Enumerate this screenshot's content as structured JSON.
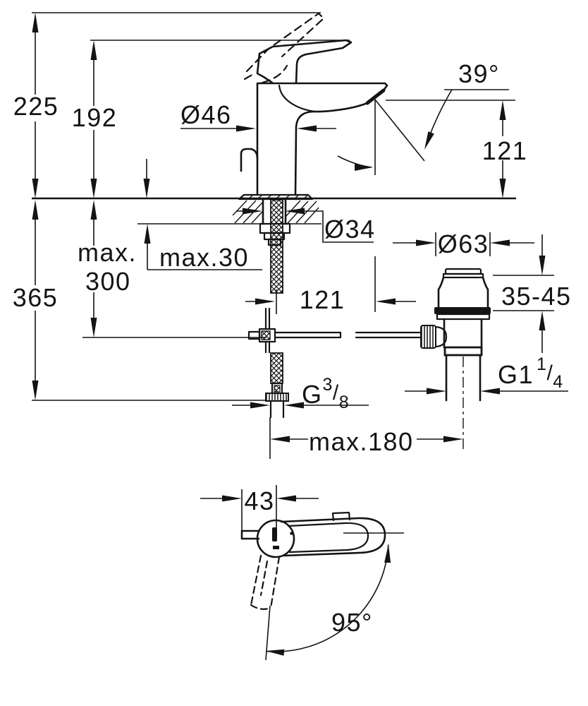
{
  "drawing": {
    "type": "faucet-installation-dimension-drawing",
    "units": "mm",
    "colors": {
      "ink": "#141414",
      "background": "#ffffff"
    },
    "dimensions": {
      "total_height": "225",
      "height_to_lever": "192",
      "spout_angle": "39°",
      "body_diameter": "Ø46",
      "spout_outlet_height": "121",
      "deck_hole_diameter": "Ø34",
      "deck_thickness_max": "max.30",
      "rod_max_word": "max.",
      "rod_max_value": "300",
      "below_deck_depth": "365",
      "rod_horizontal_length": "121",
      "waste_flange_diameter": "Ø63",
      "basin_thickness_range": "35-45",
      "supply_thread": {
        "prefix": "G",
        "sup": "3",
        "slash": "/",
        "sub": "8"
      },
      "waste_thread": {
        "prefix": "G1",
        "sup": "1",
        "slash": "/",
        "sub": "4"
      },
      "waste_max_offset": "max.180",
      "handle_plan_width": "43",
      "handle_swivel_angle": "95°"
    }
  }
}
